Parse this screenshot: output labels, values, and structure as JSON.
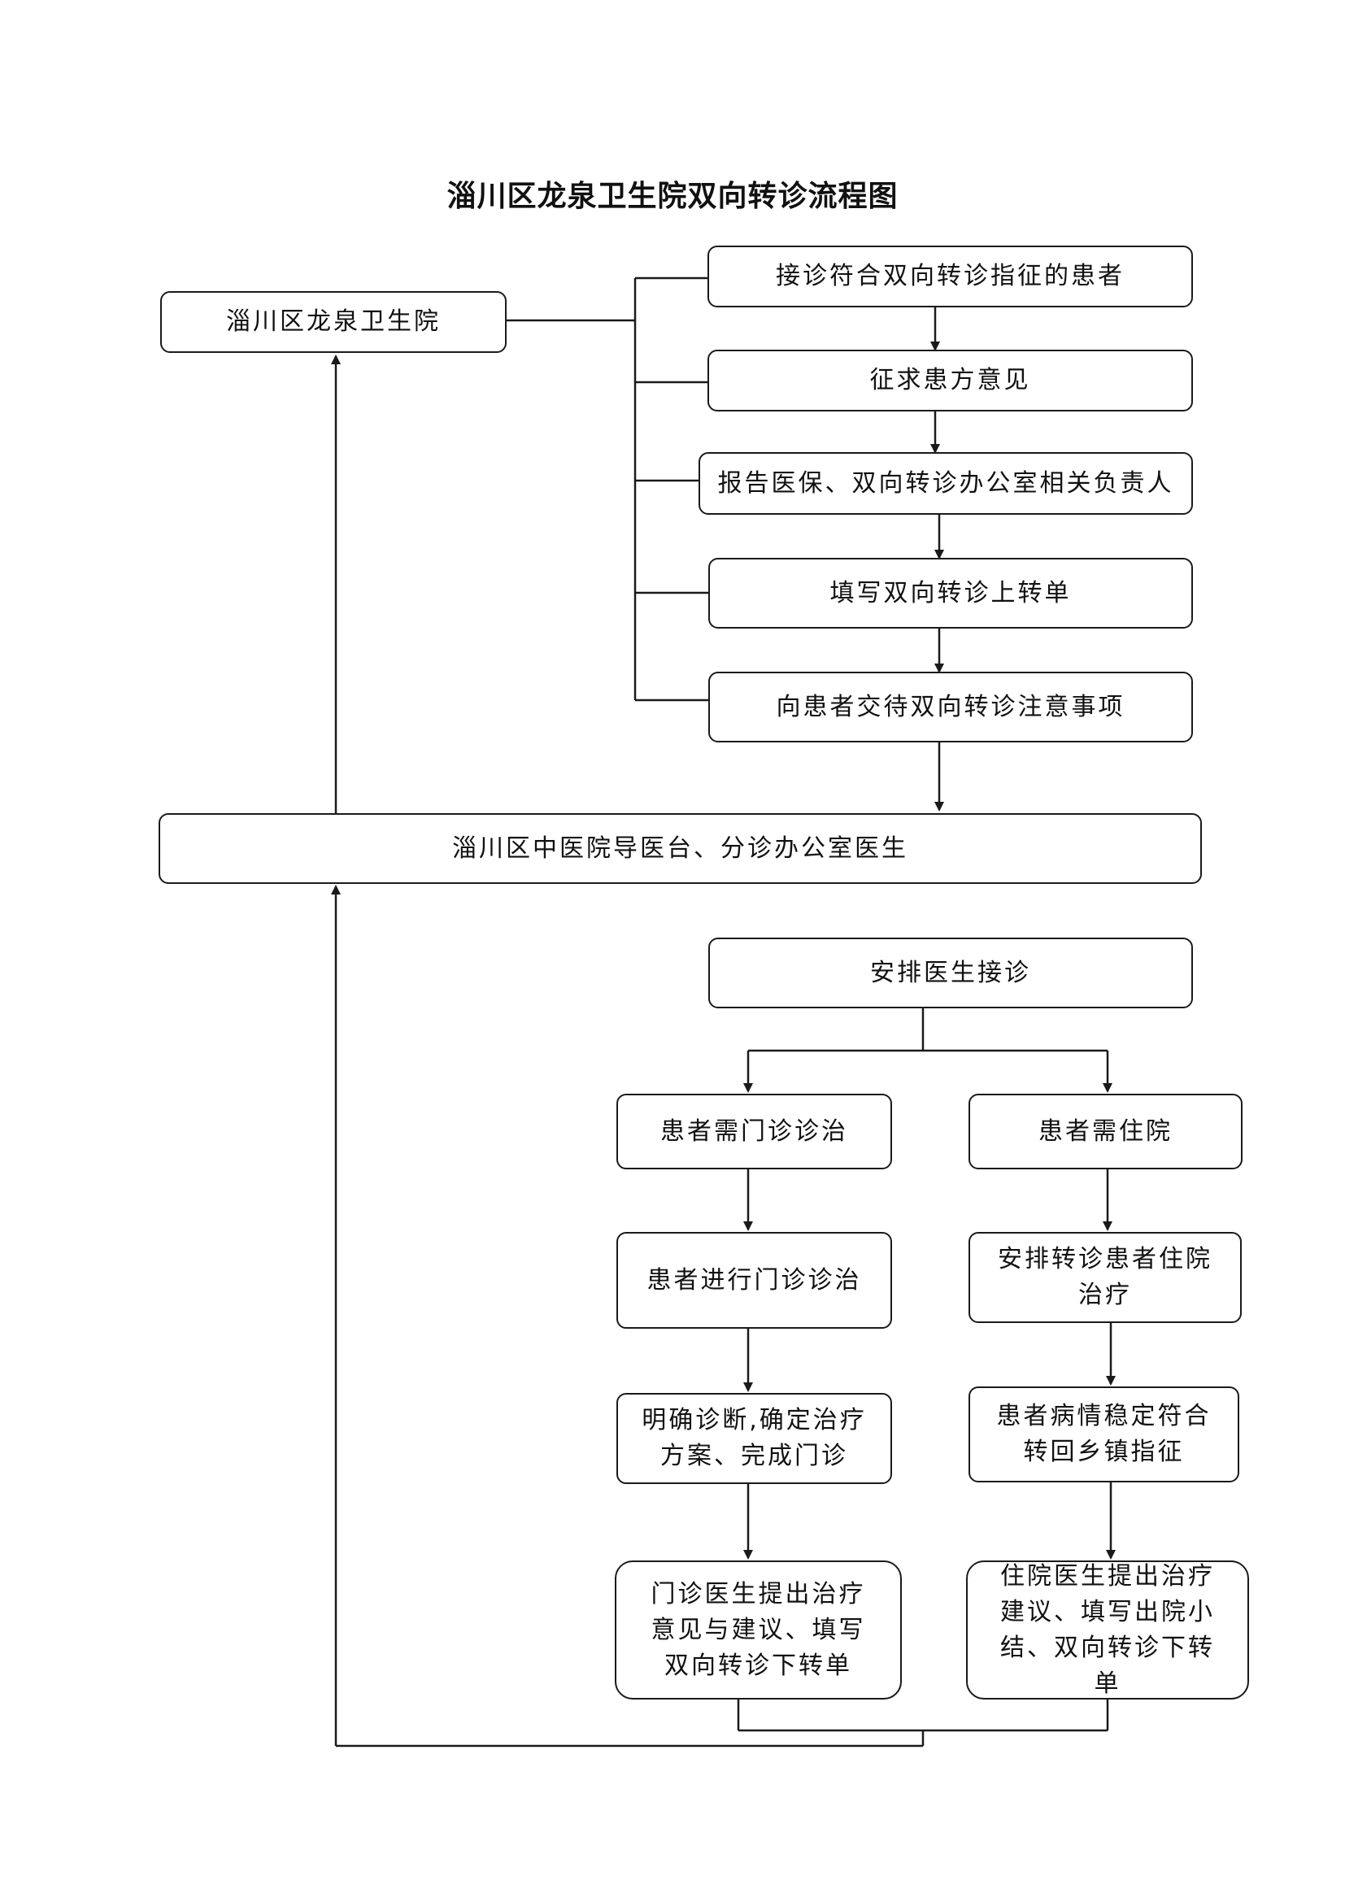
{
  "title": "淄川区龙泉卫生院双向转诊流程图",
  "nodes": {
    "township": "淄川区龙泉卫生院",
    "receive_patient": "接诊符合双向转诊指征的患者",
    "seek_opinion": "征求患方意见",
    "report": "报告医保、双向转诊办公室相关负责人",
    "fill_up_form": "填写双向转诊上转单",
    "instruct_patient": "向患者交待双向转诊注意事项",
    "county_desk": "淄川区中医院导医台、分诊办公室医生",
    "arrange_doctor": "安排医生接诊",
    "need_outpatient": "患者需门诊诊治",
    "need_inpatient": "患者需住院",
    "do_outpatient": "患者进行门诊诊治",
    "arrange_inpatient": "安排转诊患者住院治疗",
    "diagnose": "明确诊断,确定治疗方案、完成门诊",
    "stable": "患者病情稳定符合转回乡镇指征",
    "outpatient_down": "门诊医生提出治疗意见与建议、填写双向转诊下转单",
    "inpatient_down": "住院医生提出治疗建议、填写出院小结、双向转诊下转单"
  }
}
